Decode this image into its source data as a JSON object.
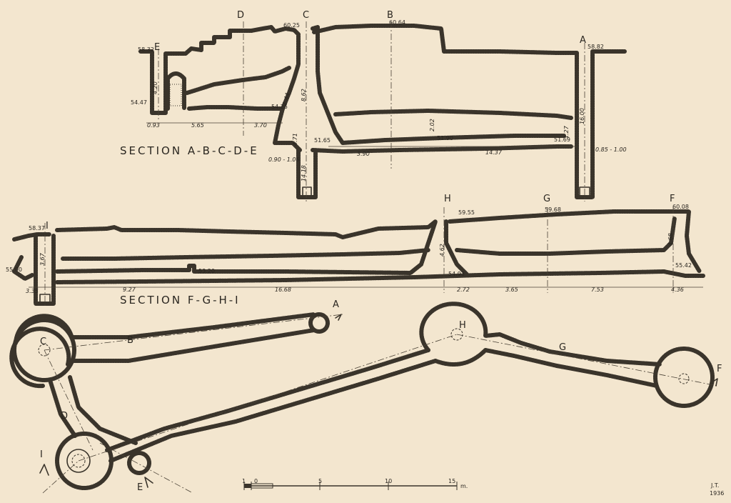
{
  "titles": {
    "section_abcde": "SECTION A-B-C-D-E",
    "section_fghi": "SECTION F-G-H-I"
  },
  "letters": {
    "A": "A",
    "B": "B",
    "C": "C",
    "D": "D",
    "E": "E",
    "F": "F",
    "G": "G",
    "H": "H",
    "I": "I"
  },
  "elevations": {
    "e_5832": "58.32",
    "e_6025": "60.25",
    "e_6064": "60.64",
    "e_5882": "58.82",
    "e_5447": "54.47",
    "e_5425": "54.25",
    "e_5165": "51.65",
    "e_5190": "51.90",
    "e_5169": "51.69",
    "e_5837": "58.37",
    "e_5955": "59.55",
    "e_5968": "59.68",
    "e_6008": "60.08",
    "e_5500": "55.00",
    "e_5320": "53.20",
    "e_5493": "54.93",
    "e_5542": "55.42"
  },
  "dimensions": {
    "d_420": "4.20",
    "d_093": "0.93",
    "d_565": "5.65",
    "d_370": "3.70",
    "d_144": "1.44",
    "d_862": "8.62",
    "d_471": "4.71",
    "d_202": "2.02",
    "d_390": "3.90",
    "d_1437": "14.37",
    "d_1600": "16.00",
    "d_127": "1.27",
    "d_085": "0.85 - 1.00",
    "d_090": "0.90 - 1.06",
    "d_1418": "14.18",
    "d_367": "3.67",
    "d_335": "3.35",
    "d_927": "9.27",
    "d_1668": "16.68",
    "d_272": "2.72",
    "d_365": "3.65",
    "d_753": "7.53",
    "d_436": "4.36",
    "d_462": "4.62",
    "d_468": "4.68"
  },
  "scale": {
    "t_1": "1",
    "t_0": "0",
    "t_5": "5",
    "t_10": "10",
    "t_15": "15",
    "unit": "m."
  },
  "signature": {
    "initials": "J.T.",
    "year": "1936"
  }
}
